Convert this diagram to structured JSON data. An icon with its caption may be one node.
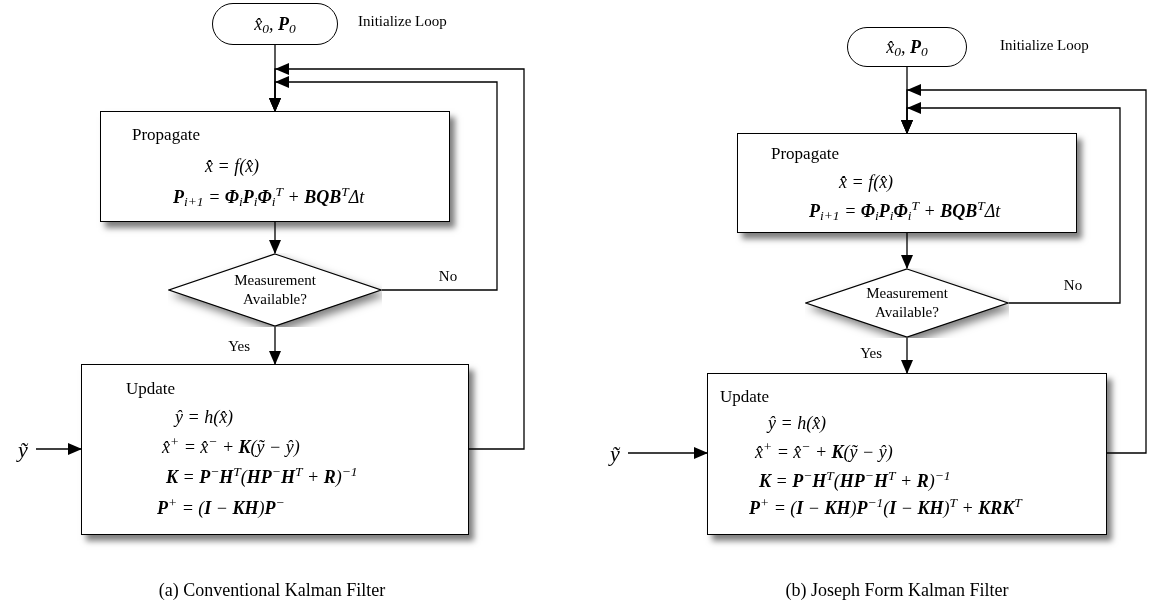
{
  "diagram": {
    "nodes": [
      {
        "text": [
          "x̂$_{0}$,  **P**$_{0}$"
        ],
        "beside": [
          "Initialize Loop"
        ]
      },
      {
        "text": [
          "Propagate",
          "x̂̇ = f(x̂)",
          "**P**$_{i+1}$ = **Φ**$_{i}$**P**$_{i}$**Φ**$_{i}$$^{T}$ + **BQB**$^{T}$Δt"
        ]
      },
      {
        "text": [
          "Measurement Available?"
        ]
      },
      {
        "text": [
          "Update",
          "ŷ = h(x̂)",
          "x̂$^{+}$ = x̂$^{−}$ + **K**(ỹ − ŷ)",
          "**K** = **P**$^{−}$**H**$^{T}$(**HP**$^{−}$**H**$^{T}$ + **R**)$^{−1}$",
          "**P**$^{+}$ = (**I** − **KH**)**P**$^{−}$"
        ]
      },
      {
        "text": [
          "ỹ"
        ]
      },
      {
        "text": [
          "x̂$_{0}$,  **P**$_{0}$"
        ],
        "beside": [
          "Initialize Loop"
        ]
      },
      {
        "text": [
          "Propagate",
          "x̂̇ = f(x̂)",
          "**P**$_{i+1}$ = **Φ**$_{i}$**P**$_{i}$**Φ**$_{i}$$^{T}$ + **BQB**$^{T}$Δt"
        ]
      },
      {
        "text": [
          "Measurement Available?"
        ]
      },
      {
        "text": [
          "Update",
          "ŷ = h(x̂)",
          "x̂$^{+}$ = x̂$^{−}$ + **K**(ỹ − ŷ)",
          "**K** = **P**$^{−}$**H**$^{T}$(**HP**$^{−}$**H**$^{T}$ + **R**)$^{−1}$",
          "**P**$^{+}$ = (**I** − **KH**)**P**$^{−1}$(**I** − **KH**)$^{T}$ + **KRK**$^{T}$"
        ]
      },
      {
        "text": [
          "ỹ"
        ]
      }
    ],
    "edges": [
      {
        "from": 0,
        "to": 1,
        "arrow": "to"
      },
      {
        "from": 1,
        "to": 2,
        "arrow": "to"
      },
      {
        "from": 2,
        "to": 3,
        "arrow": "to",
        "label": "Yes"
      },
      {
        "from": 2,
        "to": 1,
        "arrow": "to",
        "label": "No"
      },
      {
        "from": 3,
        "to": 1,
        "arrow": "to"
      },
      {
        "from": 4,
        "to": 3,
        "arrow": "to"
      },
      {
        "from": 5,
        "to": 6,
        "arrow": "to"
      },
      {
        "from": 6,
        "to": 7,
        "arrow": "to"
      },
      {
        "from": 7,
        "to": 8,
        "arrow": "to",
        "label": "Yes"
      },
      {
        "from": 7,
        "to": 6,
        "arrow": "to",
        "label": "No"
      },
      {
        "from": 8,
        "to": 6,
        "arrow": "to"
      },
      {
        "from": 9,
        "to": 8,
        "arrow": "to"
      }
    ],
    "labels": [
      "(a) Conventional Kalman Filter",
      "(b) Joseph Form Kalman Filter"
    ]
  }
}
